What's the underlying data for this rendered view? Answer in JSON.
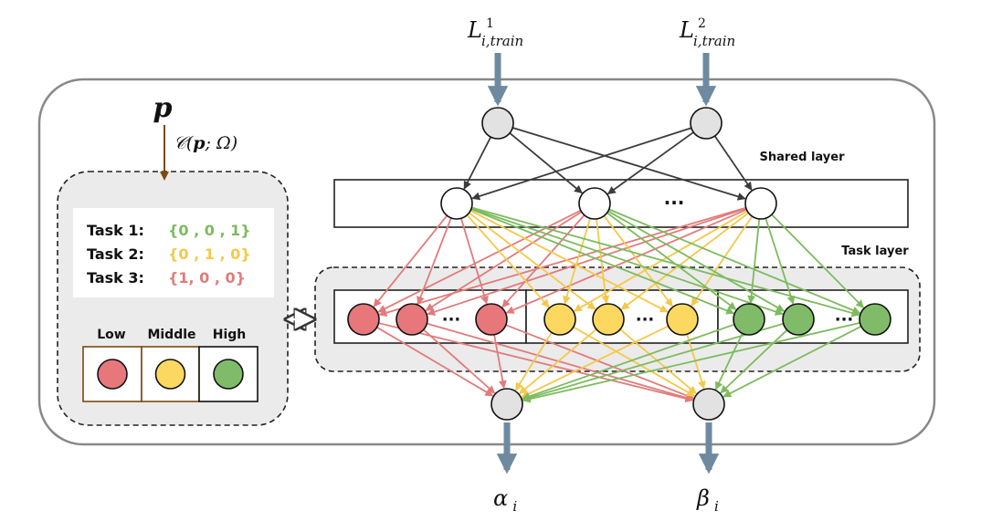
{
  "inputs": {
    "l1": {
      "base": "L",
      "sup": "1",
      "sub": "i,train"
    },
    "l2": {
      "base": "L",
      "sup": "2",
      "sub": "i,train"
    }
  },
  "outputs": {
    "alpha": {
      "base": "α",
      "sub": "i"
    },
    "beta": {
      "base": "β",
      "sub": "i"
    }
  },
  "preference": {
    "symbol": "p",
    "mapping": {
      "prefix": "𝒞(",
      "symbol": "p",
      "rest": "; Ω)"
    }
  },
  "tasks": [
    {
      "label": "Task 1:",
      "code": "{0 , 0 , 1}",
      "color": "#7dbb5e"
    },
    {
      "label": "Task 2:",
      "code": "{0 , 1 , 0}",
      "color": "#f5c84a"
    },
    {
      "label": "Task 3:",
      "code": "{1,  0 , 0}",
      "color": "#e27b7b"
    }
  ],
  "legend": [
    {
      "label": "Low",
      "color": "#e7777b"
    },
    {
      "label": "Middle",
      "color": "#fdd860"
    },
    {
      "label": "High",
      "color": "#80bb6a"
    }
  ],
  "layers": {
    "shared": "Shared layer",
    "task": "Task layer"
  },
  "ellipsis": "···",
  "colors": {
    "red": "#e27b7b",
    "yellow": "#f5c84a",
    "green": "#7dbb5e",
    "node_red": "#e7777b",
    "node_yellow": "#fdd860",
    "node_green": "#80bb6a",
    "node_gray": "#e2e2e2",
    "arrow_blue": "#6e8aa0",
    "arrow_brown": "#7b4a12",
    "dark_line": "#3c3c3c"
  }
}
